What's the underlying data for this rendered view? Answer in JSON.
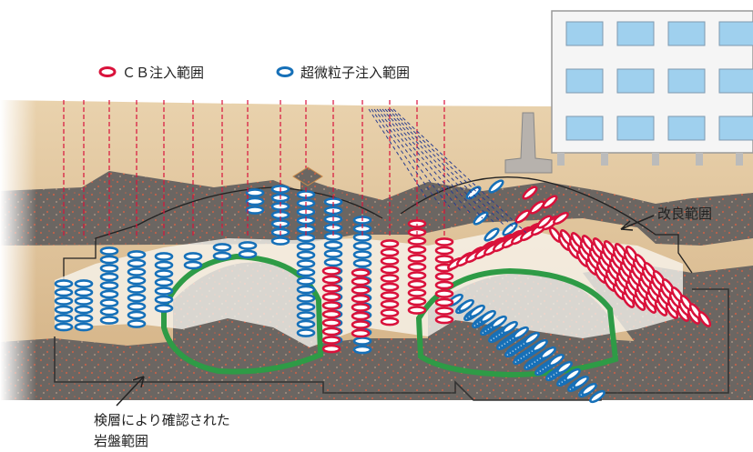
{
  "legend": {
    "items": [
      {
        "label": "ＣＢ注入範囲",
        "color": "#d9123b",
        "icon": "red-ellipse-icon"
      },
      {
        "label": "超微粒子注入範囲",
        "color": "#1670b8",
        "icon": "blue-ellipse-icon"
      }
    ]
  },
  "annotations": {
    "improvement_area": "改良範囲",
    "bedrock_line1": "検層により確認された",
    "bedrock_line2": "岩盤範囲"
  },
  "colors": {
    "cb_grout": "#d9123b",
    "ultrafine_grout": "#1670b8",
    "tunnel_lining": "#2e9b46",
    "rock": "#6a6561",
    "soil": "#d8b88c",
    "building": "#f5f5f5",
    "window": "#9fd0ee"
  }
}
